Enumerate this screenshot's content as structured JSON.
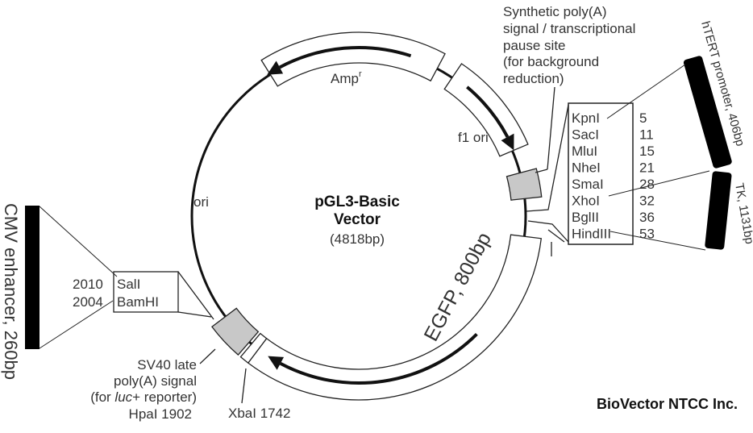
{
  "vector": {
    "name_line1": "pGL3-Basic",
    "name_line2": "Vector",
    "size": "(4818bp)"
  },
  "features": {
    "amp": "Amp",
    "amp_sup": "r",
    "f1ori": "f1 ori",
    "ori": "ori",
    "egfp": "EGFP, 800bp",
    "synthetic_polya": [
      "Synthetic poly(A)",
      "signal / transcriptional",
      "pause site",
      "(for background",
      "reduction)"
    ],
    "sv40": [
      "SV40 late",
      "poly(A) signal",
      "(for ",
      "luc",
      "+ reporter)",
      "HpaI 1902"
    ],
    "xbai": "XbaI 1742"
  },
  "mcs": [
    {
      "enzyme": "KpnI",
      "pos": "5"
    },
    {
      "enzyme": "SacI",
      "pos": "11"
    },
    {
      "enzyme": "MluI",
      "pos": "15"
    },
    {
      "enzyme": "NheI",
      "pos": "21"
    },
    {
      "enzyme": "SmaI",
      "pos": "28"
    },
    {
      "enzyme": "XhoI",
      "pos": "32"
    },
    {
      "enzyme": "BglII",
      "pos": "36"
    },
    {
      "enzyme": "HindIII",
      "pos": "53"
    }
  ],
  "left_sites": [
    {
      "pos": "2010",
      "enzyme": "SalI"
    },
    {
      "pos": "2004",
      "enzyme": "BamHI"
    }
  ],
  "inserts": {
    "htert": "hTERT promoter, 406bp",
    "tk": "TK, 1131bp",
    "cmv": "CMV enhancer, 260bp"
  },
  "watermark": "BioVector NTCC Inc.",
  "colors": {
    "line": "#111111",
    "feature_gray": "#c8c8c8",
    "insert": "#000000"
  }
}
